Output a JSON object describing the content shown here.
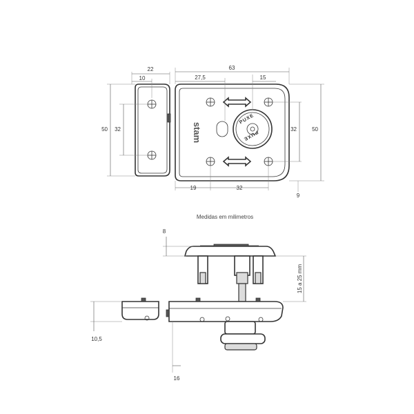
{
  "caption": "Medidas em milimetros",
  "brand": "stam",
  "knob_label": "PUXE",
  "top_view": {
    "strike_width": "22",
    "strike_hole_offset": "10",
    "strike_height": "50",
    "strike_hole_spacing": "32",
    "body_width": "63",
    "body_left_to_knob": "27,5",
    "knob_to_right": "15",
    "body_hole_spacing_v": "32",
    "body_height": "50",
    "body_left_to_hole": "19",
    "body_hole_spacing_h": "32",
    "edge_offset": "9"
  },
  "side_view": {
    "knob_thickness": "8",
    "door_range": "15 a 25 mm",
    "strike_thickness": "10,5",
    "bolt_offset": "16"
  }
}
